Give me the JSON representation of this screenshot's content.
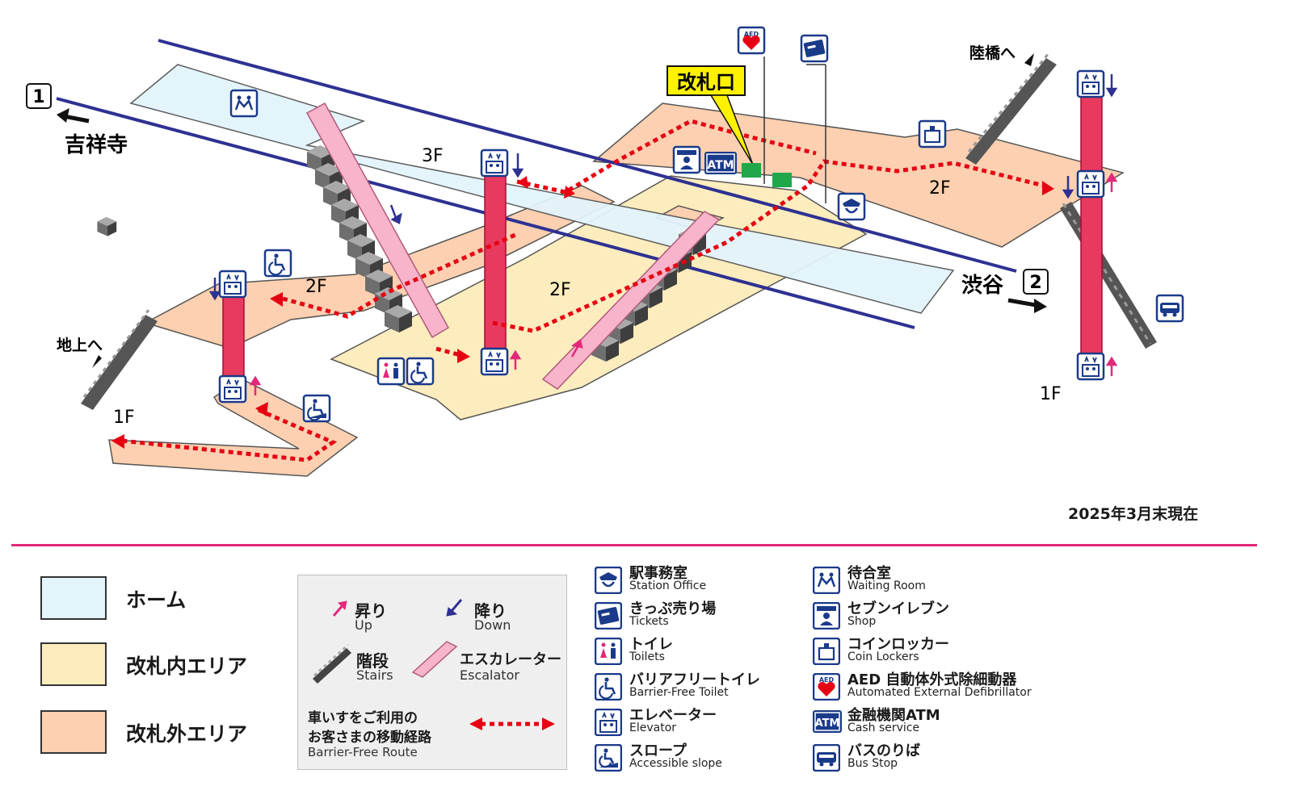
{
  "map": {
    "track1_number": "1",
    "track2_number": "2",
    "kichijoji": "吉祥寺",
    "shibuya": "渋谷",
    "to_footbridge": "陸橋へ",
    "to_ground": "地上へ",
    "ticket_gate": "改札口",
    "floor_3f": "3F",
    "floor_2f_center": "2F",
    "floor_2f_left": "2F",
    "floor_2f_right": "2F",
    "floor_1f_left": "1F",
    "floor_1f_right": "1F",
    "atm": "ATM",
    "aed": "AED"
  },
  "date_note": "2025年3月末現在",
  "areas": [
    {
      "label": "ホーム",
      "color": "#e3f4fb"
    },
    {
      "label": "改札内エリア",
      "color": "#fdecbd"
    },
    {
      "label": "改札外エリア",
      "color": "#fcd0b0"
    }
  ],
  "key_box": {
    "up_jp": "昇り",
    "up_en": "Up",
    "down_jp": "降り",
    "down_en": "Down",
    "stairs_jp": "階段",
    "stairs_en": "Stairs",
    "escalator_jp": "エスカレーター",
    "escalator_en": "Escalator",
    "route_jp_1": "車いすをご利用の",
    "route_jp_2": "お客さまの移動経路",
    "route_en": "Barrier-Free Route"
  },
  "legend_left": [
    {
      "jp": "駅事務室",
      "en": "Station Office",
      "icon": "station-office-icon"
    },
    {
      "jp": "きっぷ売り場",
      "en": "Tickets",
      "icon": "ticket-icon"
    },
    {
      "jp": "トイレ",
      "en": "Toilets",
      "icon": "toilet-icon"
    },
    {
      "jp": "バリアフリートイレ",
      "en": "Barrier-Free Toilet",
      "icon": "wheelchair-icon"
    },
    {
      "jp": "エレベーター",
      "en": "Elevator",
      "icon": "elevator-icon"
    },
    {
      "jp": "スロープ",
      "en": "Accessible slope",
      "icon": "slope-icon"
    }
  ],
  "legend_right": [
    {
      "jp": "待合室",
      "en": "Waiting Room",
      "icon": "waiting-room-icon"
    },
    {
      "jp": "セブンイレブン",
      "en": "Shop",
      "icon": "shop-icon"
    },
    {
      "jp": "コインロッカー",
      "en": "Coin Lockers",
      "icon": "locker-icon"
    },
    {
      "jp": "AED 自動体外式除細動器",
      "en": "Automated External Defibrillator",
      "icon": "aed-icon"
    },
    {
      "jp": "金融機関ATM",
      "en": "Cash service",
      "icon": "atm-icon"
    },
    {
      "jp": "バスのりば",
      "en": "Bus Stop",
      "icon": "bus-icon"
    }
  ],
  "colors": {
    "platform": "#e3f4fb",
    "inside_gate": "#fdecbd",
    "outside_gate": "#fcd0b0",
    "track_line": "#2e3192",
    "route": "#e60012",
    "elevator_shaft": "#e83a5e",
    "escalator": "#f7b4cb",
    "accent_rule": "#e2297a",
    "icon_blue": "#1a3a8a"
  }
}
